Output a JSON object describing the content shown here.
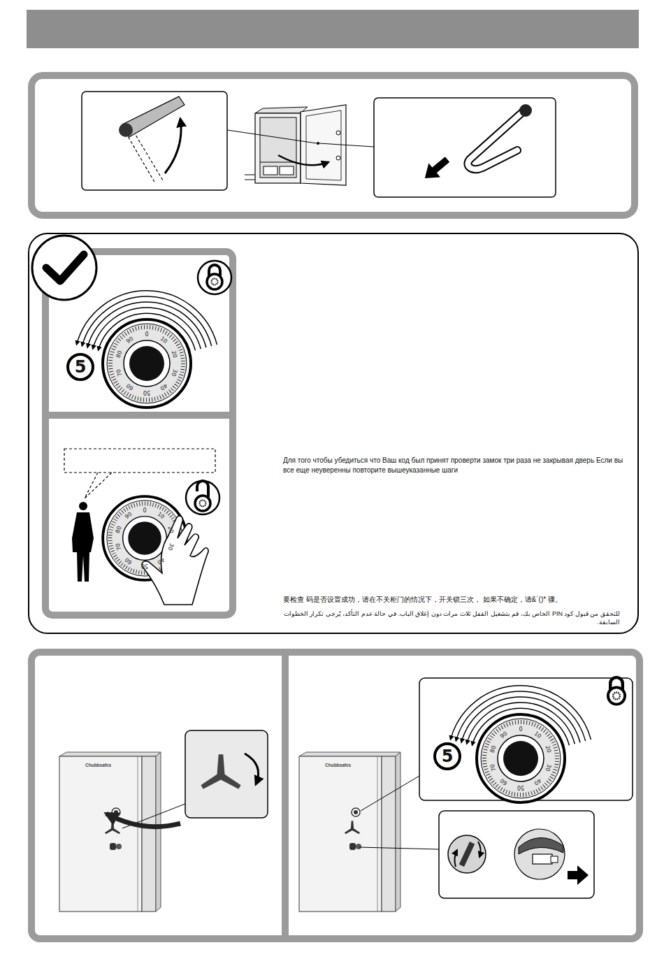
{
  "diagram": {
    "nodes": [
      {
        "text": [
          "Для того чтобы убедиться что Ваш код был принят проверти замок три раза не закрывая дверь Если вы все еще неуверенны повторите вышеуказанные шаги",
          "要检查 码是否设置成功，请在不关柜门的情况下，开关锁三次， 如果不确定，请&´()* 骤。",
          "للتحقق من قبول كود PIN الخاص بك، قم بتشغيل القفل ثلاث مرات دون إغلاق الباب. في حالة عدم التأكد، يُرجى تكرار الخطوات السابقة."
        ]
      },
      {
        "text": [
          "5"
        ],
        "in": 0
      },
      {
        "text": [
          "5"
        ]
      }
    ],
    "labels": [
      "0",
      "10",
      "20",
      "30",
      "40",
      "50",
      "60",
      "70",
      "80",
      "90",
      "0",
      "10",
      "20",
      "30",
      "40",
      "50",
      "60",
      "70",
      "80",
      "90",
      "Chubbsafes",
      "0",
      "10",
      "20",
      "30",
      "40",
      "50",
      "60",
      "70",
      "80",
      "90",
      "Chubbsafes"
    ]
  }
}
